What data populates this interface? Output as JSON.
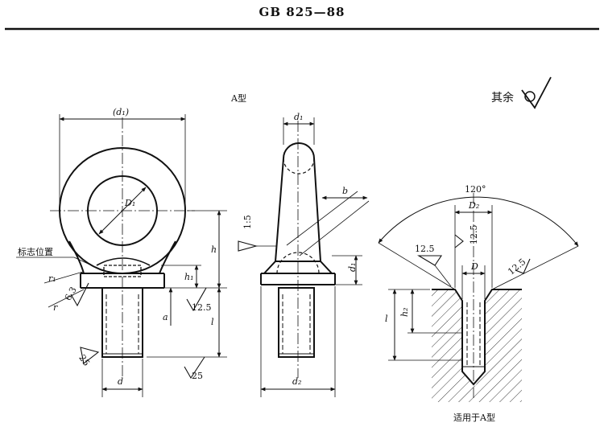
{
  "header": {
    "standard": "GB 825—88"
  },
  "labels": {
    "type_a": "A型",
    "other_surfaces": "其余",
    "mark_position": "标志位置",
    "applies_to": "适用于A型",
    "angle": "120°",
    "taper": "1:5",
    "d1_paren": "(d₁)",
    "D1": "D₁",
    "d1": "d₁",
    "d1_side": "d₁",
    "d2": "d₂",
    "D2": "D₂",
    "D": "D",
    "d": "d",
    "b": "b",
    "h": "h",
    "h1": "h₁",
    "h2": "h₂",
    "a": "a",
    "l_front": "l",
    "l_tap": "l",
    "r": "r",
    "r1": "r₁"
  },
  "roughness": {
    "r_6_3": "6.3",
    "r_12_5_front": "12.5",
    "r_25_a": "25",
    "r_25_b": "25",
    "r_12_5_left": "12.5",
    "r_12_5_d2": "12.5",
    "r_12_5_right": "12.5"
  }
}
